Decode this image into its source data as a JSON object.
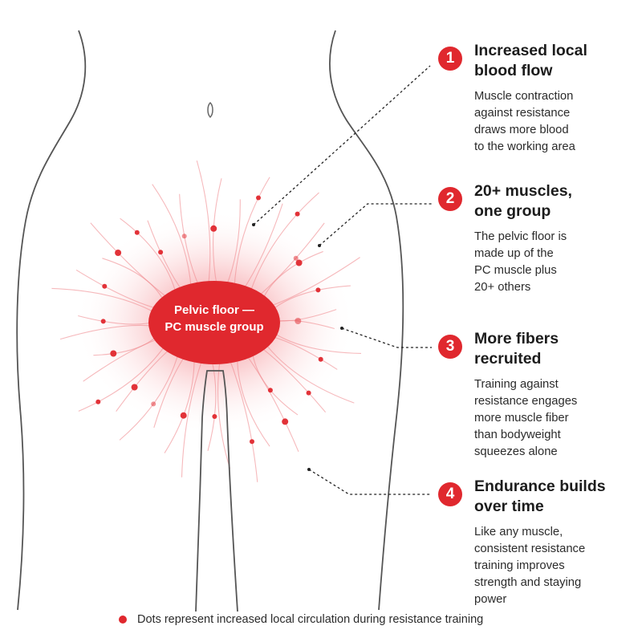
{
  "center_label": [
    "Pelvic floor —",
    "PC muscle group"
  ],
  "callouts": [
    {
      "number": "1",
      "title": [
        "Increased local",
        "blood flow"
      ],
      "body": [
        "Muscle contraction",
        "against resistance",
        "draws more blood",
        "to the working area"
      ]
    },
    {
      "number": "2",
      "title": [
        "20+ muscles,",
        "one group"
      ],
      "body": [
        "The pelvic floor is",
        "made up of the",
        "PC muscle plus",
        "20+ others"
      ]
    },
    {
      "number": "3",
      "title": [
        "More fibers",
        "recruited"
      ],
      "body": [
        "Training against",
        "resistance engages",
        "more muscle fiber",
        "than bodyweight",
        "squeezes alone"
      ]
    },
    {
      "number": "4",
      "title": [
        "Endurance builds",
        "over time"
      ],
      "body": [
        "Like any muscle,",
        "consistent resistance",
        "training improves",
        "strength and staying",
        "power"
      ]
    }
  ],
  "legend": {
    "text": "Dots represent increased local circulation during resistance training"
  },
  "colors": {
    "accent": "#e0282e",
    "outline": "#555555",
    "text": "#1c1c1c"
  },
  "icons": {
    "badge": "numbered-circle",
    "legend_marker": "red-dot"
  }
}
